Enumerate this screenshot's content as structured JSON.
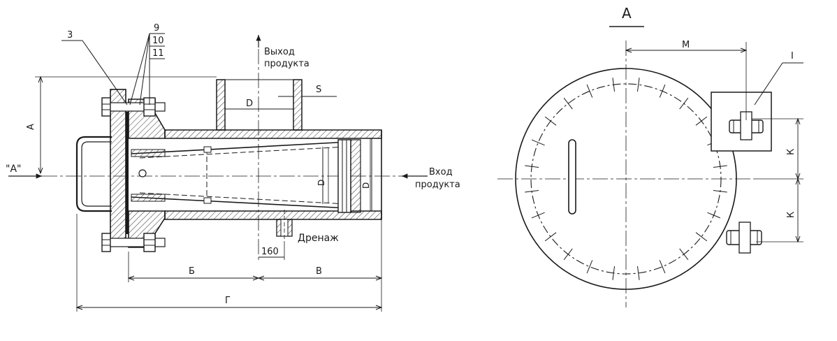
{
  "labels": {
    "section_ref": "\"А\"",
    "view_title": "А",
    "outlet": [
      "Выход",
      "продукта"
    ],
    "inlet": [
      "Вход",
      "продукта"
    ],
    "drain": "Дренаж",
    "dim_160": "160",
    "dim_A": "А",
    "dim_B": "Б",
    "dim_V": "В",
    "dim_G": "Г",
    "dim_D": "D",
    "dim_D_inner": "D",
    "dim_D_outer": "D",
    "dim_S": "S",
    "dim_M": "М",
    "dim_K1": "К",
    "dim_K2": "К",
    "callout_3": "3",
    "callout_9": "9",
    "callout_10": "10",
    "callout_11": "11",
    "callout_1": "I"
  },
  "colors": {
    "line": "#1a1a1a",
    "hatch": "#333333",
    "paper": "#ffffff"
  }
}
